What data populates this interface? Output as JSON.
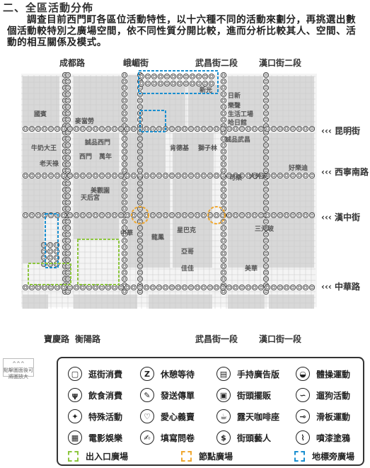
{
  "page": {
    "title": "二、全區活動分佈",
    "intro": "調查目前西門町各區位活動特性，以十六種不同的活動來劃分，再挑選出數個活動較特別之廣場空間，依不同性質分開比較，進而分析比較其人、空間、活動的相互關係及模式。",
    "hint": "點擊圖面後可將圖放大"
  },
  "roads": {
    "top": [
      "成都路",
      "峨嵋街",
      "武昌街二段",
      "漢口街二段"
    ],
    "bottom": [
      "寶慶路",
      "衡陽路",
      "武昌街一段",
      "漢口街一段"
    ],
    "right": [
      "昆明街",
      "西寧南路",
      "漢中街",
      "中華路"
    ]
  },
  "places": [
    "國賓",
    "麥當勞",
    "牛奶大王",
    "老天祿",
    "誠品西門",
    "西門",
    "萬年",
    "美觀園",
    "天后宮",
    "肯德基",
    "獅子林",
    "新光",
    "星巴克",
    "中華",
    "日新",
    "樂聲",
    "生活工場",
    "哈日館",
    "誠品武昌",
    "可樂",
    "大外天",
    "好樂迪",
    "龍鳳",
    "三元玻",
    "亞哥",
    "佳佳",
    "美華"
  ],
  "legend": {
    "activities": [
      {
        "icon": "shopping-bag-icon",
        "glyph": "▢",
        "label": "逛街消費"
      },
      {
        "icon": "rest-icon",
        "glyph": "Z",
        "label": "休憩等待"
      },
      {
        "icon": "sign-icon",
        "glyph": "▤",
        "label": "手持廣告版"
      },
      {
        "icon": "sport-icon",
        "glyph": "◒",
        "label": "體操運動"
      },
      {
        "icon": "dining-icon",
        "glyph": "ψ",
        "label": "飲食消費"
      },
      {
        "icon": "flyer-icon",
        "glyph": "✎",
        "label": "發送傳單"
      },
      {
        "icon": "stall-icon",
        "glyph": "▣",
        "label": "街頭擺販"
      },
      {
        "icon": "dog-icon",
        "glyph": "∽",
        "label": "遛狗活動"
      },
      {
        "icon": "special-icon",
        "glyph": "✦",
        "label": "特殊活動"
      },
      {
        "icon": "charity-icon",
        "glyph": "♡",
        "label": "愛心義賣"
      },
      {
        "icon": "cafe-icon",
        "glyph": "☕",
        "label": "露天咖啡座"
      },
      {
        "icon": "skateboard-icon",
        "glyph": "⊸",
        "label": "滑板運動"
      },
      {
        "icon": "cinema-icon",
        "glyph": "▦",
        "label": "電影娛樂"
      },
      {
        "icon": "survey-icon",
        "glyph": "✍",
        "label": "填寫問卷"
      },
      {
        "icon": "busker-icon",
        "glyph": "$",
        "label": "街頭藝人"
      },
      {
        "icon": "spray-icon",
        "glyph": "⌇",
        "label": "噴漆塗鴉"
      }
    ],
    "plazas": [
      {
        "label": "出入口廣場",
        "color": "#8dc63f"
      },
      {
        "label": "節點廣場",
        "color": "#f0a830"
      },
      {
        "label": "地標旁廣場",
        "color": "#1a8fd0"
      }
    ]
  },
  "colors": {
    "block": "#dadada",
    "road": "#f4f4f4",
    "marker": "#333333"
  }
}
